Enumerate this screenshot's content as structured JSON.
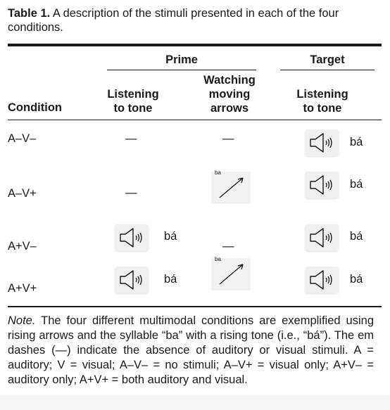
{
  "caption": {
    "label": "Table 1.",
    "text": " A description of the stimuli presented in each of the four conditions."
  },
  "headers": {
    "prime": "Prime",
    "target": "Target",
    "condition": "Condition",
    "listening_line1": "Listening",
    "listening_line2": "to tone",
    "watching_line1": "Watching",
    "watching_line2": "moving",
    "watching_line3": "arrows",
    "target_line1": "Listening",
    "target_line2": "to tone"
  },
  "rows": [
    {
      "condition": "A–V–",
      "listening": "—",
      "watching": "—",
      "target_syllable": "bá"
    },
    {
      "condition": "A–V+",
      "listening": "—",
      "watching_label": "ba",
      "target_syllable": "bá"
    },
    {
      "condition": "A+V–",
      "listening_syllable": "bá",
      "watching": "—",
      "target_syllable": "bá"
    },
    {
      "condition": "A+V+",
      "listening_syllable": "bá",
      "watching_label": "ba",
      "target_syllable": "bá"
    }
  ],
  "note": {
    "label": "Note.",
    "text": " The four different multimodal conditions are exemplified using rising arrows and the syllable “ba” with a rising tone (i.e., “bá”). The em dashes (—) indicate the absence of auditory or visual stimuli. A = auditory; V = visual; A–V– = no stimuli; A–V+ = visual only; A+V– = auditory only; A+V+ = both auditory and visual."
  },
  "icons": {
    "speaker": "speaker-icon",
    "arrow": "rising-arrow-icon"
  }
}
